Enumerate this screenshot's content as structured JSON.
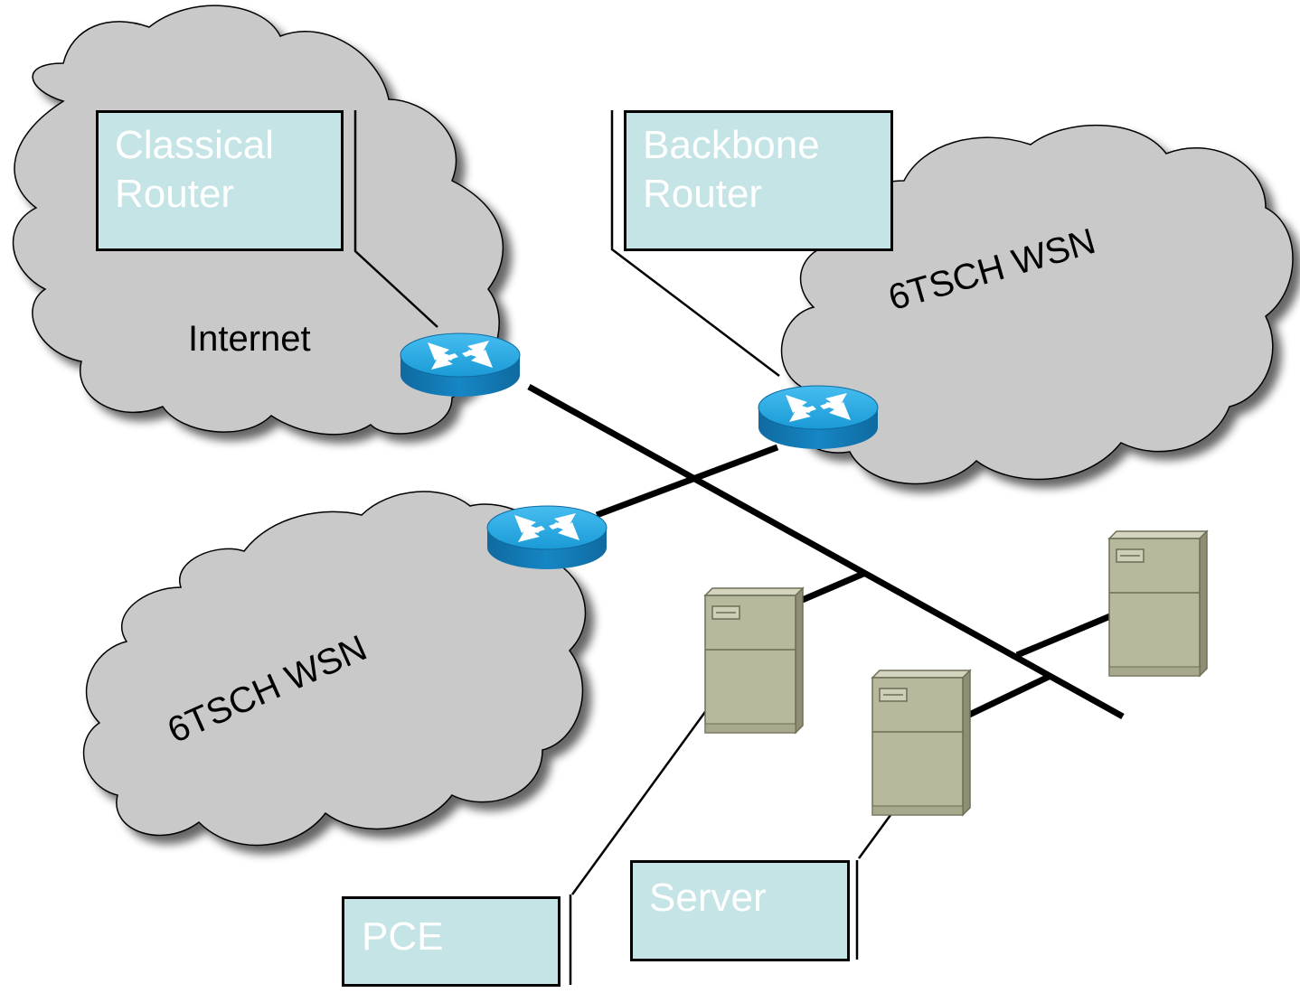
{
  "diagram": {
    "clouds": {
      "internet": "Internet",
      "wsn_right": "6TSCH WSN",
      "wsn_left": "6TSCH WSN"
    },
    "callouts": {
      "classical_router": "Classical\nRouter",
      "backbone_router": "Backbone\nRouter",
      "pce": "PCE",
      "server": "Server"
    },
    "colors": {
      "cloud_fill": "#c9c9c9",
      "router_top": "#29a9e0",
      "router_side": "#1176b0",
      "server_body": "#b8b89c",
      "callout_fill": "#c4e4e6"
    },
    "icons": [
      "router-icon",
      "server-icon",
      "cloud-icon"
    ]
  }
}
